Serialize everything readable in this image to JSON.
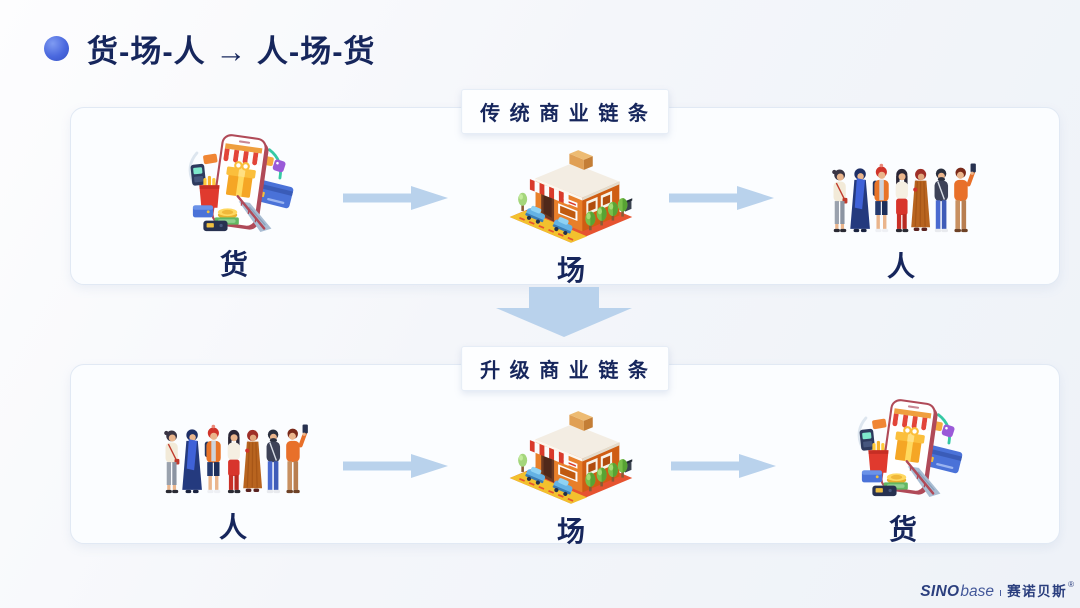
{
  "slide": {
    "title": "货-场-人 → 人-场-货"
  },
  "panels": {
    "traditional": {
      "header": "传 统 商 业 链 条",
      "items": [
        {
          "label": "货",
          "illustration": "phone-shopping-illustration"
        },
        {
          "label": "场",
          "illustration": "storefront-illustration"
        },
        {
          "label": "人",
          "illustration": "crowd-illustration"
        }
      ]
    },
    "upgraded": {
      "header": "升 级 商 业 链 条",
      "items": [
        {
          "label": "人",
          "illustration": "crowd-illustration"
        },
        {
          "label": "场",
          "illustration": "storefront-illustration"
        },
        {
          "label": "货",
          "illustration": "phone-shopping-illustration"
        }
      ]
    }
  },
  "footer": {
    "brand_en_bold": "SINO",
    "brand_en_light": "base",
    "separator": "ı",
    "brand_cn": "赛诺贝斯",
    "registered_mark": "®"
  },
  "colors": {
    "title_navy": "#16265c",
    "arrow_blue": "#b9d2ec",
    "bullet_blue": "#4a68de",
    "store_orange": "#e87f2a",
    "accent_red": "#d93a2b",
    "panel_background": "#fbfdff",
    "panel_border": "#e1e9f4"
  }
}
